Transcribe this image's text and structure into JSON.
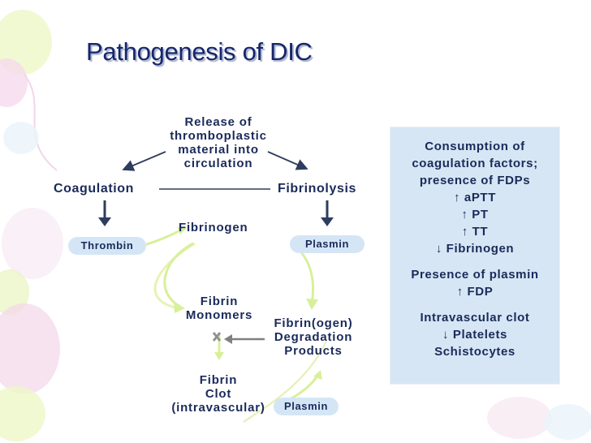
{
  "slide": {
    "title": "Pathogenesis of DIC"
  },
  "diagram": {
    "release_text": "Release of\nthromboplastic\nmaterial into\ncirculation",
    "coagulation": "Coagulation",
    "fibrinolysis": "Fibrinolysis",
    "thrombin": "Thrombin",
    "plasmin_top": "Plasmin",
    "fibrinogen": "Fibrinogen",
    "fibrin_monomers": "Fibrin\nMonomers",
    "fdp": "Fibrin(ogen)\nDegradation\nProducts",
    "fibrin_clot": "Fibrin\nClot\n(intravascular)",
    "plasmin_bottom": "Plasmin"
  },
  "findings": {
    "lines": [
      "Consumption of",
      "coagulation factors;",
      "presence of FDPs",
      "↑ aPTT",
      "↑ PT",
      "↑ TT",
      "↓ Fibrinogen",
      "",
      "Presence of plasmin",
      "↑ FDP",
      "",
      "Intravascular clot",
      "↓ Platelets",
      "Schistocytes"
    ]
  },
  "colors": {
    "title": "#15266b",
    "text": "#1a2a5a",
    "panel_bg": "#d6e6f4",
    "pill_bg": "#d4e6f6",
    "arrow_dark": "#2e3d5e",
    "arrow_grey": "#808080",
    "arrow_light": "#d8f09a"
  }
}
